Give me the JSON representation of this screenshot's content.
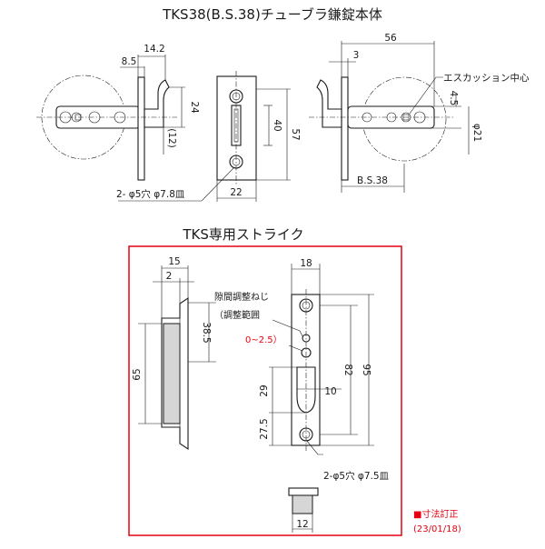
{
  "titles": {
    "main": "TKS38(B.S.38)チューブラ鎌錠本体",
    "strike": "TKS専用ストライク"
  },
  "main_dims": {
    "d_14_2": "14.2",
    "d_8_5": "8.5",
    "d_24": "24",
    "d_12": "(12)",
    "d_40": "40",
    "d_57": "57",
    "d_22": "22",
    "hole_note": "2- φ5穴 φ7.8皿",
    "d_56": "56",
    "d_3": "3",
    "escutcheon": "エスカッション中心",
    "d_4_5": "4.5",
    "d_21": "φ21",
    "bs": "B.S.38"
  },
  "strike_dims": {
    "d_15": "15",
    "d_2": "2",
    "d_38_5": "38.5",
    "d_65": "65",
    "d_18": "18",
    "gap_label_1": "隙間調整ねじ",
    "gap_label_2": "（調整範囲",
    "range": "0~2.5）",
    "d_29": "29",
    "d_10": "10",
    "d_82": "82",
    "d_95": "95",
    "d_27_5": "27.5",
    "hole_note": "2-φ5穴  φ7.5皿",
    "d_12": "12"
  },
  "revision": {
    "label": "■寸法訂正",
    "date": "(23/01/18)"
  },
  "colors": {
    "accent": "#e60012",
    "line": "#1a1a1a"
  }
}
